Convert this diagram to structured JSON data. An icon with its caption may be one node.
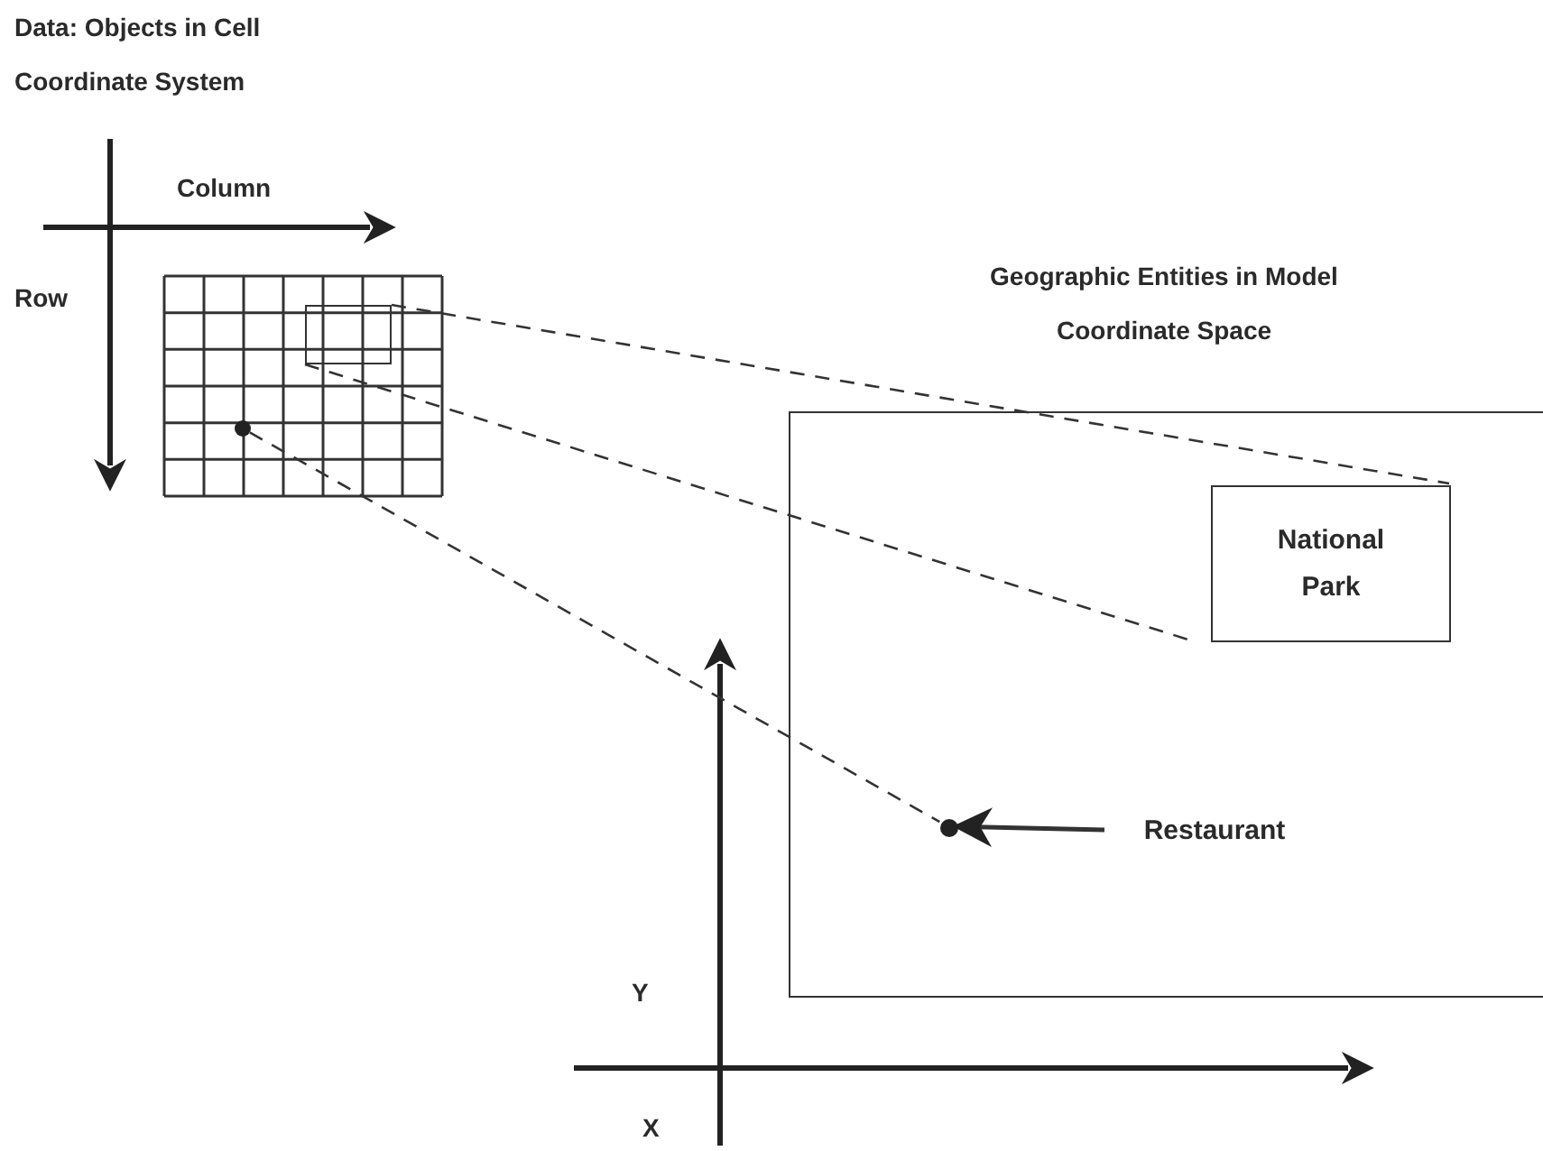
{
  "diagram": {
    "nodes": [
      {
        "text": [],
        "shape": "grid"
      },
      {
        "text": [],
        "shape": "box",
        "in": 0
      },
      {
        "text": [],
        "shape": "circle",
        "in": 0
      },
      {
        "text": [],
        "shape": "box"
      },
      {
        "text": [
          "National Park"
        ],
        "in": 3
      },
      {
        "text": [],
        "shape": "circle",
        "in": 3
      },
      {
        "text": [
          "Restaurant"
        ],
        "in": 3
      }
    ],
    "edges": [
      {
        "from": 1,
        "to": 4,
        "arrow": "none",
        "style": "dashed"
      },
      {
        "from": 1,
        "to": 4,
        "arrow": "none",
        "style": "dashed"
      },
      {
        "from": 2,
        "to": 5,
        "arrow": "none",
        "style": "dashed"
      },
      {
        "from": 6,
        "to": 5,
        "arrow": "to"
      }
    ],
    "labels": [
      "Data: Objects in Cell Coordinate System",
      "Column",
      "Row",
      "Geographic Entities in Model Coordinate Space",
      "Y",
      "X"
    ]
  }
}
